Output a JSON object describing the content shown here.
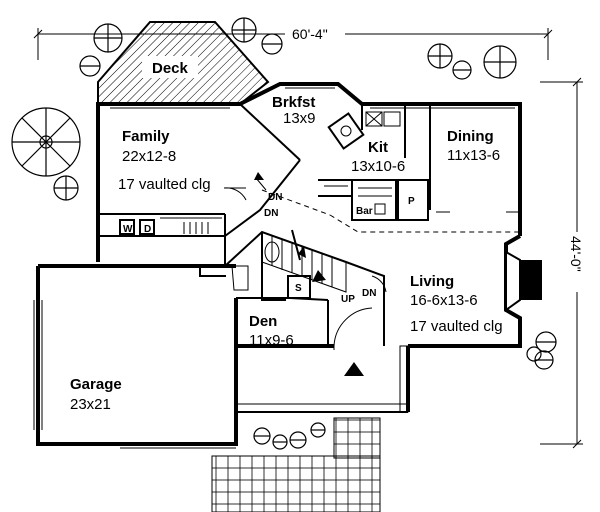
{
  "dimensions": {
    "width_label": "60'-4\"",
    "depth_label": "44'-0\""
  },
  "rooms": {
    "deck": {
      "name": "Deck"
    },
    "brkfst": {
      "name": "Brkfst",
      "size": "13x9"
    },
    "family": {
      "name": "Family",
      "size": "22x12-8",
      "note": "17 vaulted clg"
    },
    "kit": {
      "name": "Kit",
      "size": "13x10-6"
    },
    "dining": {
      "name": "Dining",
      "size": "11x13-6"
    },
    "living": {
      "name": "Living",
      "size": "16-6x13-6",
      "note": "17 vaulted clg"
    },
    "den": {
      "name": "Den",
      "size": "11x9-6"
    },
    "garage": {
      "name": "Garage",
      "size": "23x21"
    }
  },
  "fixtures": {
    "bar": "Bar",
    "pantry": "P",
    "shelf": "S",
    "washer": "W",
    "dryer": "D"
  },
  "stairs": {
    "dn_1": "DN",
    "dn_2": "DN",
    "up": "UP",
    "dn_3": "DN"
  }
}
